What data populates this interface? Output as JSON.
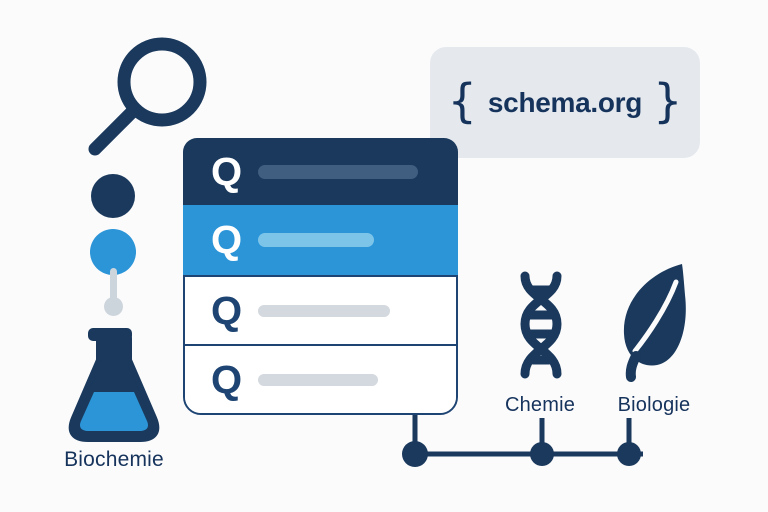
{
  "badge": {
    "brace_open": "{",
    "label": "schema.org",
    "brace_close": "}"
  },
  "list": {
    "rows": [
      {
        "q": "Q",
        "style": "dark-navy-selected-header"
      },
      {
        "q": "Q",
        "style": "blue-highlighted"
      },
      {
        "q": "Q",
        "style": "white"
      },
      {
        "q": "Q",
        "style": "white"
      }
    ]
  },
  "labels": {
    "biochemie": "Biochemie",
    "chemie": "Chemie",
    "biologie": "Biologie"
  },
  "icons": [
    "magnifier-icon",
    "flask-icon",
    "dna-icon",
    "leaf-icon",
    "connector-tree"
  ],
  "colors": {
    "navy": "#1a395c",
    "text_navy": "#16335c",
    "blue": "#2b95d8",
    "bar_navy": "#3f5e80",
    "bar_light_blue": "#7dc4e9",
    "bar_gray": "#d3d9df",
    "badge_background": "#e5e9ee",
    "connector_gray": "#cdd5dc",
    "background": "#fbfbfc"
  }
}
